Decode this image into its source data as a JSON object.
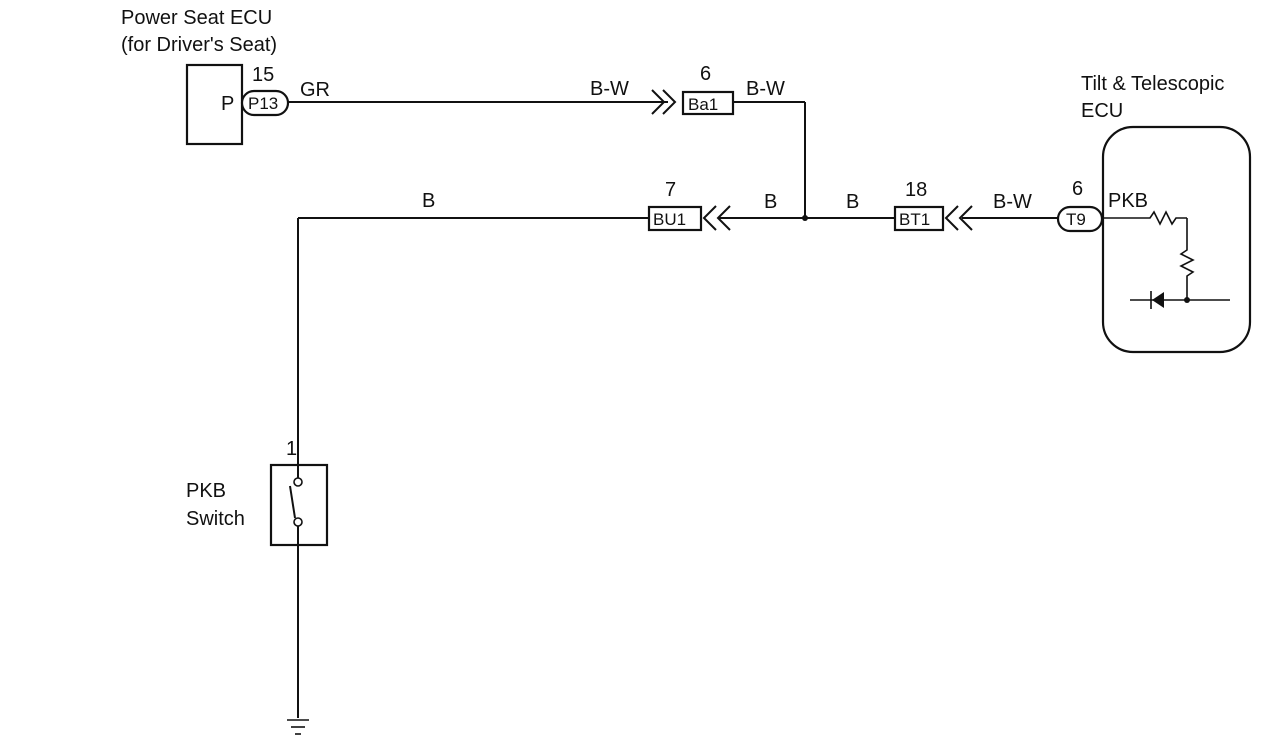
{
  "components": {
    "power_seat_ecu": {
      "title_line1": "Power Seat ECU",
      "title_line2": "(for Driver's Seat)",
      "terminal": "P"
    },
    "tilt_telescopic_ecu": {
      "title_line1": "Tilt & Telescopic",
      "title_line2": "ECU",
      "terminal": "PKB"
    },
    "pkb_switch": {
      "label_line1": "PKB",
      "label_line2": "Switch",
      "pin": "1"
    }
  },
  "connectors": {
    "p13": {
      "id": "P13",
      "pin": "15"
    },
    "ba1": {
      "id": "Ba1",
      "pin": "6"
    },
    "bu1": {
      "id": "BU1",
      "pin": "7"
    },
    "bt1": {
      "id": "BT1",
      "pin": "18"
    },
    "t9": {
      "id": "T9",
      "pin": "6"
    }
  },
  "wires": {
    "p13_out": "GR",
    "to_ba1": "B-W",
    "ba1_out": "B-W",
    "left_run": "B",
    "bu1_right": "B",
    "bt1_left": "B",
    "t9_bt1": "B-W"
  }
}
